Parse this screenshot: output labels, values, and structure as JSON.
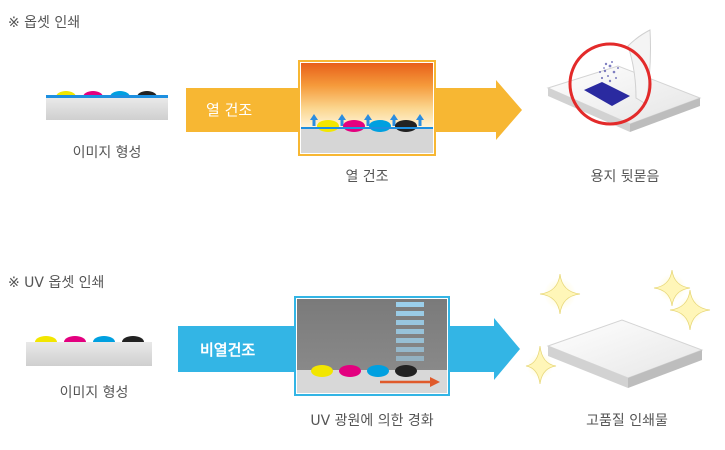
{
  "sections": [
    {
      "title": "※ 옵셋 인쇄",
      "step1_caption": "이미지 형성",
      "arrow_label": "열 건조",
      "step2_caption": "열 건조",
      "step3_caption": "용지 뒷묻음",
      "arrow_color": "#f7b733"
    },
    {
      "title": "※ UV 옵셋 인쇄",
      "step1_caption": "이미지 형성",
      "arrow_label": "비열건조",
      "step2_caption": "UV 광원에 의한 경화",
      "step3_caption": "고품질 인쇄물",
      "arrow_color": "#33b5e5"
    }
  ],
  "ink_colors": [
    "#f2e600",
    "#e3007f",
    "#00a0e0",
    "#222222"
  ],
  "accent_colors": {
    "highlight_circle": "#e32a2a",
    "uv_direction_arrow": "#e05a2b"
  }
}
